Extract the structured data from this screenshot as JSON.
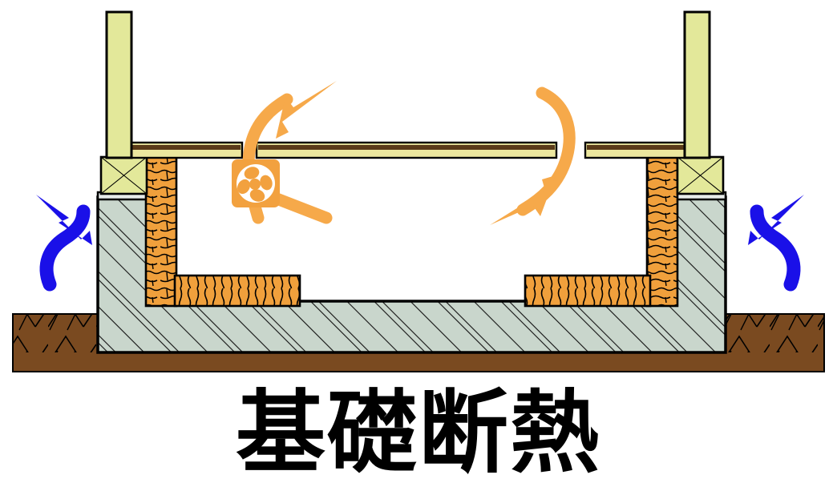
{
  "title": "基礎断熱",
  "caption": {
    "text": "基礎断熱"
  },
  "colors": {
    "background": "#ffffff",
    "outline": "#000000",
    "post_wood": "#e3e89a",
    "sill_wood": "#e3e89a",
    "floor_body": "#ece79e",
    "floor_top_strip": "#5a3a18",
    "concrete": "#c9d6cc",
    "concrete_cap": "#e8ecea",
    "insulation": "#f0a03c",
    "insulation_line": "#000000",
    "soil": "#7a4a20",
    "soil_hatch": "#000000",
    "fan_box": "#f2a13f",
    "fan_disc": "#ffffff",
    "warm_air_arrow": "#f6a94a",
    "cool_air_arrow": "#1a10e8"
  },
  "elements": {
    "post_left": {
      "name": "wood-post-left",
      "label": "柱 (left wood post)"
    },
    "post_right": {
      "name": "wood-post-right",
      "label": "柱 (right wood post)"
    },
    "floor_left": {
      "name": "floor-slab-left",
      "label": "床 (floor panel left)"
    },
    "floor_center": {
      "name": "floor-slab-center",
      "label": "床 (floor panel center)"
    },
    "floor_right": {
      "name": "floor-slab-right",
      "label": "床 (floor panel right)"
    },
    "sill_left": {
      "name": "sill-plate-left",
      "label": "土台 (sill plate left)"
    },
    "sill_right": {
      "name": "sill-plate-right",
      "label": "土台 (sill plate right)"
    },
    "foundation": {
      "name": "concrete-foundation",
      "label": "基礎 (concrete foundation)"
    },
    "insulation_wall_left": {
      "name": "insulation-wall-left",
      "label": "断熱材 (vertical insulation left)"
    },
    "insulation_wall_right": {
      "name": "insulation-wall-right",
      "label": "断熱材 (vertical insulation right)"
    },
    "insulation_slab_left": {
      "name": "insulation-slab-left",
      "label": "断熱材 (horizontal insulation left)"
    },
    "insulation_slab_right": {
      "name": "insulation-slab-right",
      "label": "断熱材 (horizontal insulation right)"
    },
    "soil": {
      "name": "soil-ground",
      "label": "地盤 (soil / ground)"
    },
    "fan": {
      "name": "ventilation-fan-icon",
      "label": "換気扇 (ventilation fan)"
    },
    "arrow_warm_up": {
      "name": "warm-air-arrow-up",
      "label": "暖気 (warm air rising, left)"
    },
    "arrow_warm_down": {
      "name": "warm-air-arrow-down",
      "label": "暖気 (warm air descending, right)"
    },
    "arrow_fan_duct": {
      "name": "fan-duct-stub",
      "label": "ダクト (fan duct stub)"
    },
    "arrow_cool_left": {
      "name": "cool-air-arrow-left",
      "label": "外気 (outside air, left)"
    },
    "arrow_cool_right": {
      "name": "cool-air-arrow-right",
      "label": "外気 (outside air, right)"
    }
  }
}
